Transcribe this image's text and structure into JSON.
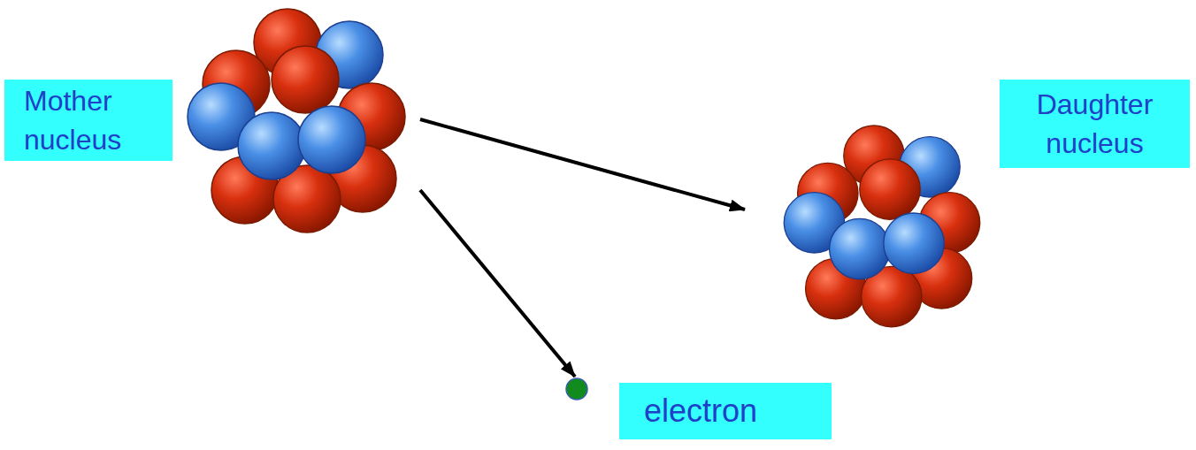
{
  "diagram": {
    "nodes": [
      {
        "text": [
          "Mother nucleus"
        ]
      },
      {
        "text": [
          "Daughter nucleus"
        ]
      },
      {
        "text": [
          "electron"
        ]
      }
    ],
    "edges": [
      {
        "from": 0,
        "to": 1,
        "arrow": "to"
      },
      {
        "from": 0,
        "to": 2,
        "arrow": "to"
      }
    ]
  }
}
